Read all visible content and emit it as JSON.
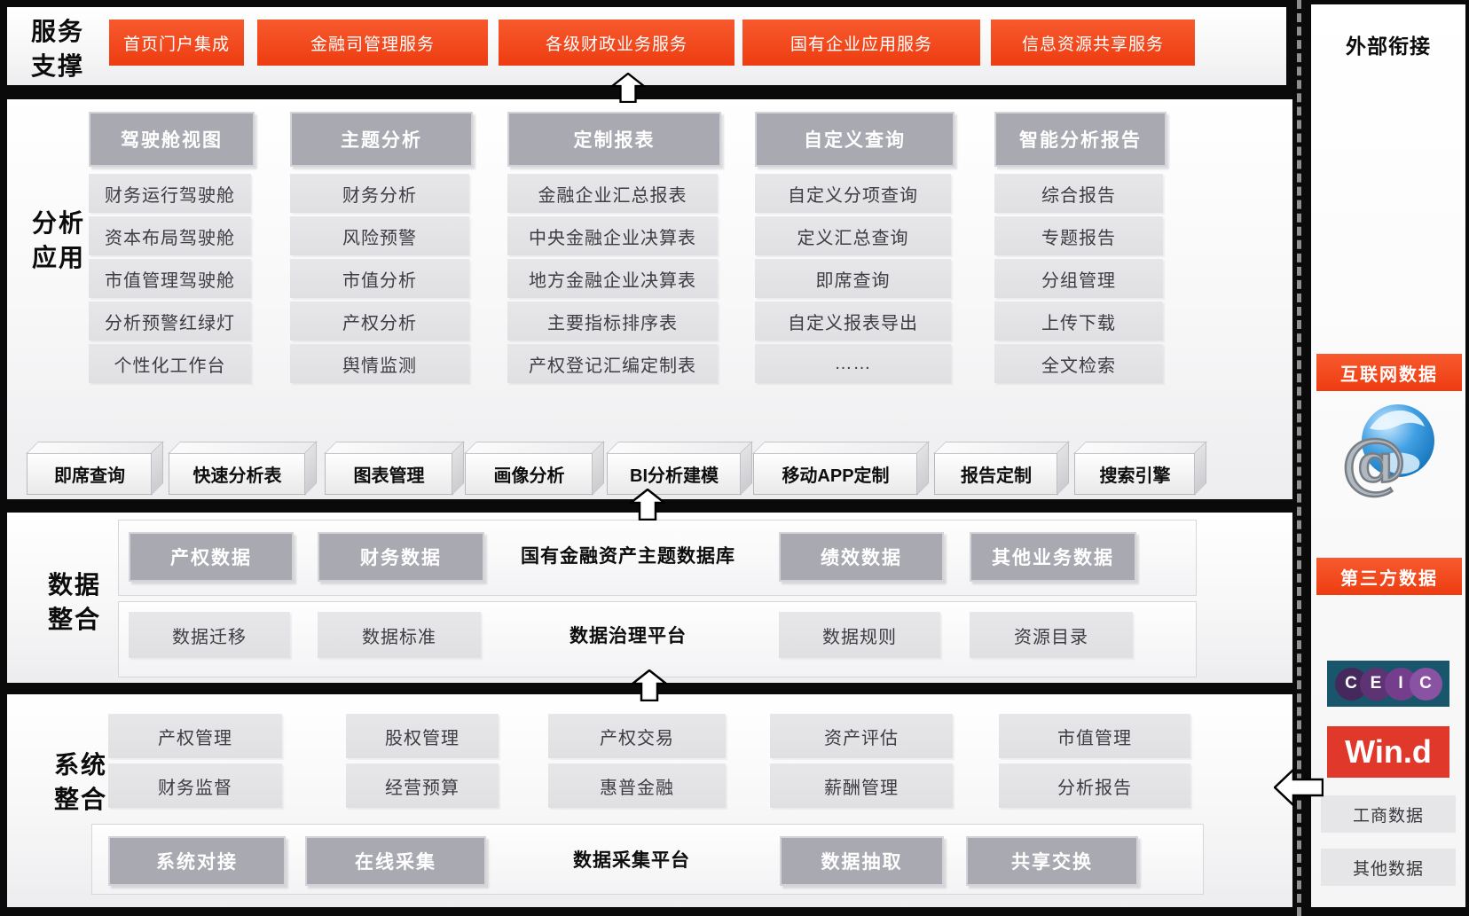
{
  "colors": {
    "accent_red": "#F4481F",
    "header_box_gray": "#A9A9B2",
    "item_box_gray": "#E3E3E6",
    "ceic_teal": "#19566B",
    "wind_red": "#E03226"
  },
  "services": {
    "label": [
      "服务",
      "支撑"
    ],
    "buttons": [
      "首页门户集成",
      "金融司管理服务",
      "各级财政业务服务",
      "国有企业应用服务",
      "信息资源共享服务"
    ]
  },
  "analysis": {
    "label": [
      "分析",
      "应用"
    ],
    "columns": [
      {
        "header": "驾驶舱视图",
        "items": [
          "财务运行驾驶舱",
          "资本布局驾驶舱",
          "市值管理驾驶舱",
          "分析预警红绿灯",
          "个性化工作台"
        ]
      },
      {
        "header": "主题分析",
        "items": [
          "财务分析",
          "风险预警",
          "市值分析",
          "产权分析",
          "舆情监测"
        ]
      },
      {
        "header": "定制报表",
        "items": [
          "金融企业汇总报表",
          "中央金融企业决算表",
          "地方金融企业决算表",
          "主要指标排序表",
          "产权登记汇编定制表"
        ]
      },
      {
        "header": "自定义查询",
        "items": [
          "自定义分项查询",
          "定义汇总查询",
          "即席查询",
          "自定义报表导出",
          "……"
        ]
      },
      {
        "header": "智能分析报告",
        "items": [
          "综合报告",
          "专题报告",
          "分组管理",
          "上传下载",
          "全文检索"
        ]
      }
    ],
    "tools": [
      "即席查询",
      "快速分析表",
      "图表管理",
      "画像分析",
      "BI分析建模",
      "移动APP定制",
      "报告定制",
      "搜索引擎"
    ]
  },
  "data_integration": {
    "label": [
      "数据",
      "整合"
    ],
    "db_row": {
      "left_boxes": [
        "产权数据",
        "财务数据"
      ],
      "title": "国有金融资产主题数据库",
      "right_boxes": [
        "绩效数据",
        "其他业务数据"
      ]
    },
    "gov_row": {
      "left_boxes": [
        "数据迁移",
        "数据标准"
      ],
      "title": "数据治理平台",
      "right_boxes": [
        "数据规则",
        "资源目录"
      ]
    }
  },
  "system_integration": {
    "label": [
      "系统",
      "整合"
    ],
    "apps_row1": [
      "产权管理",
      "股权管理",
      "产权交易",
      "资产评估",
      "市值管理"
    ],
    "apps_row2": [
      "财务监督",
      "经营预算",
      "惠普金融",
      "薪酬管理",
      "分析报告"
    ],
    "collect_row": {
      "left_boxes": [
        "系统对接",
        "在线采集"
      ],
      "title": "数据采集平台",
      "right_boxes": [
        "数据抽取",
        "共享交换"
      ]
    }
  },
  "external": {
    "title": "外部衔接",
    "internet_label": "互联网数据",
    "third_party_label": "第三方数据",
    "ceic_letters": [
      "C",
      "E",
      "I",
      "C"
    ],
    "wind_label": "Win.d",
    "data_boxes": [
      "工商数据",
      "其他数据"
    ]
  }
}
